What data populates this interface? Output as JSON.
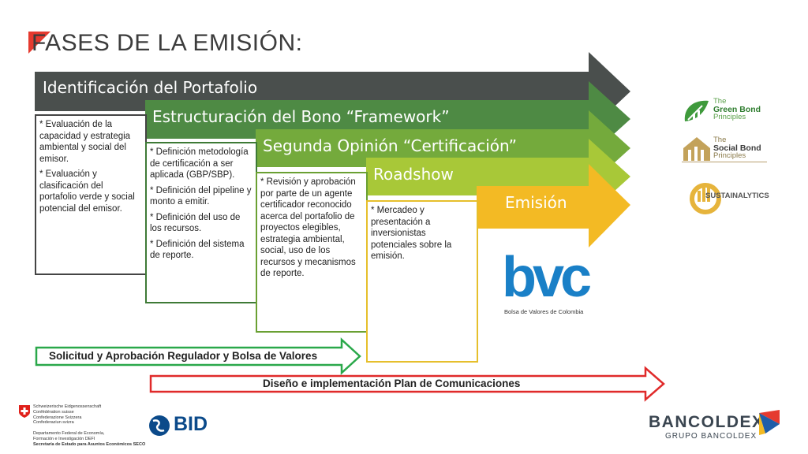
{
  "slide": {
    "title": "FASES DE LA EMISIÓN:"
  },
  "phases": [
    {
      "label": "Identificación del Portafolio",
      "color": "#4a4f4d",
      "items": [
        "* Evaluación de la capacidad y estrategia ambiental y social del emisor.",
        "* Evaluación y clasificación del portafolio verde y social potencial del emisor."
      ]
    },
    {
      "label": "Estructuración del Bono “Framework”",
      "color": "#4e8a44",
      "items": [
        "* Definición metodología de certificación a ser aplicada (GBP/SBP).",
        "* Definición del pipeline y monto a emitir.",
        "* Definición del uso de los recursos.",
        "* Definición del sistema de reporte."
      ]
    },
    {
      "label": "Segunda Opinión “Certificación”",
      "color": "#74aa3c",
      "items": [
        "* Revisión y aprobación por parte de un agente certificador reconocido acerca del portafolio de proyectos elegibles, estrategia ambiental, social, uso de los recursos y mecanismos de reporte."
      ]
    },
    {
      "label": "Roadshow",
      "color": "#a8c838",
      "items": [
        "* Mercadeo y presentación a inversionistas potenciales sobre la emisión."
      ]
    },
    {
      "label": "Emisión",
      "color": "#f3ba24",
      "items": []
    }
  ],
  "bars": {
    "regulator": {
      "label": "Solicitud y Aprobación Regulador y Bolsa de Valores",
      "color": "#2aa84a"
    },
    "communications": {
      "label": "Diseño e implementación Plan de Comunicaciones",
      "color": "#e02a2a"
    }
  },
  "logos": {
    "green_bond": {
      "line1": "The",
      "line2": "Green Bond",
      "line3": "Principles"
    },
    "social_bond": {
      "line1": "The",
      "line2": "Social Bond",
      "line3": "Principles"
    },
    "sustainalytics": {
      "name": "SUSTAINALYTICS"
    },
    "bvc": {
      "mark": "bvc",
      "caption": "Bolsa de Valores de Colombia"
    },
    "swiss": {
      "lines": [
        "Schweizerische Eidgenossenschaft",
        "Confédération suisse",
        "Confederazione Svizzera",
        "Confederaziun svizra"
      ],
      "dept": [
        "Departamento Federal de Economía,",
        "Formación e Investigación DEFI",
        "Secretaría de Estado para Asuntos Económicos SECO"
      ]
    },
    "bid": {
      "name": "BID"
    },
    "bancoldex": {
      "name": "BANCOLDEX",
      "sub": "GRUPO BANCOLDEX"
    }
  }
}
